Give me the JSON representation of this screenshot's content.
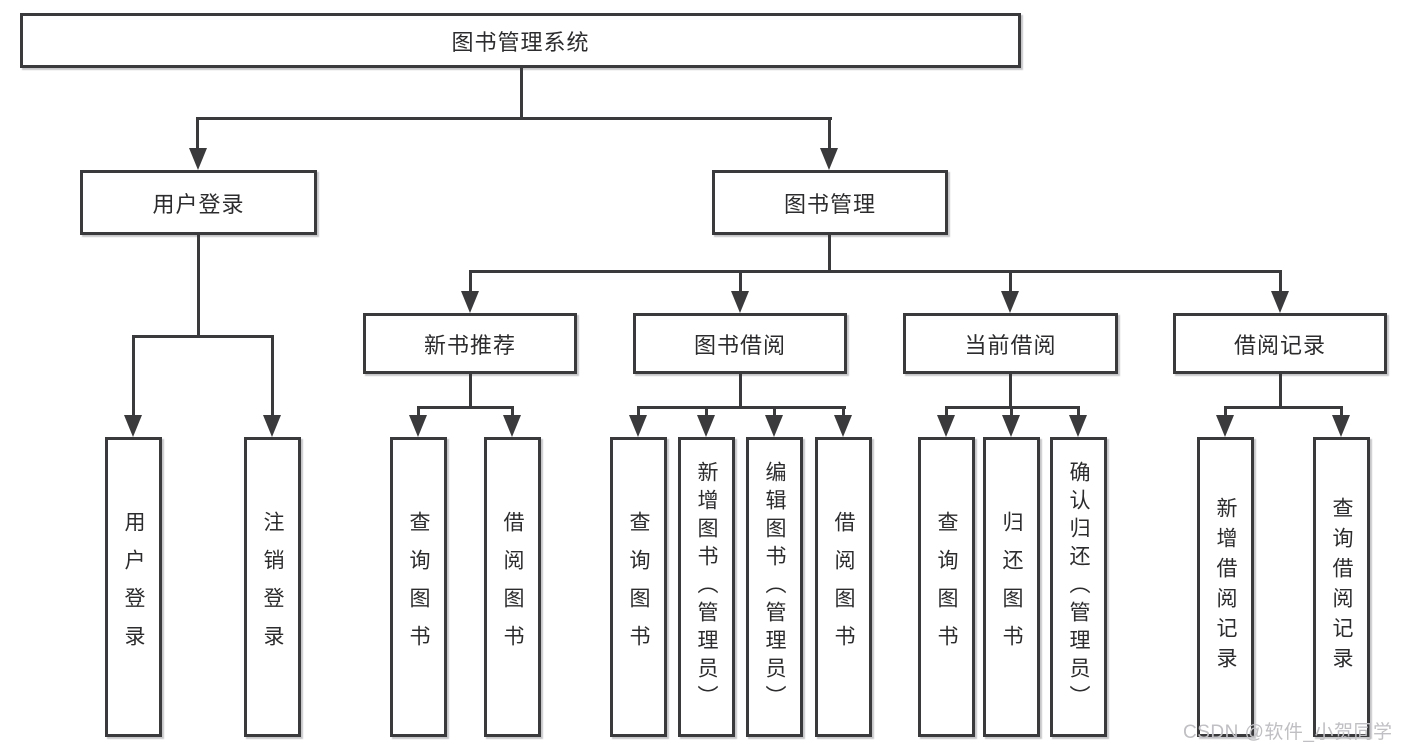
{
  "diagram": {
    "type": "hierarchy",
    "root": {
      "label": "图书管理系统",
      "children": [
        {
          "label": "用户登录",
          "children": [
            {
              "label": "用户登录"
            },
            {
              "label": "注销登录"
            }
          ]
        },
        {
          "label": "图书管理",
          "children": [
            {
              "label": "新书推荐",
              "children": [
                {
                  "label": "查询图书"
                },
                {
                  "label": "借阅图书"
                }
              ]
            },
            {
              "label": "图书借阅",
              "children": [
                {
                  "label": "查询图书"
                },
                {
                  "label": "新增图书（管理员）"
                },
                {
                  "label": "编辑图书（管理员）"
                },
                {
                  "label": "借阅图书"
                }
              ]
            },
            {
              "label": "当前借阅",
              "children": [
                {
                  "label": "查询图书"
                },
                {
                  "label": "归还图书"
                },
                {
                  "label": "确认归还（管理员）"
                }
              ]
            },
            {
              "label": "借阅记录",
              "children": [
                {
                  "label": "新增借阅记录"
                },
                {
                  "label": "查询借阅记录"
                }
              ]
            }
          ]
        }
      ]
    },
    "colors": {
      "line": "#3a3a3c",
      "box_border": "#3a3a3c",
      "text": "#2c2c2e",
      "background": "#ffffff",
      "watermark": "#c0c0c4"
    }
  },
  "watermark": {
    "text": "CSDN @软件_小贺同学"
  }
}
